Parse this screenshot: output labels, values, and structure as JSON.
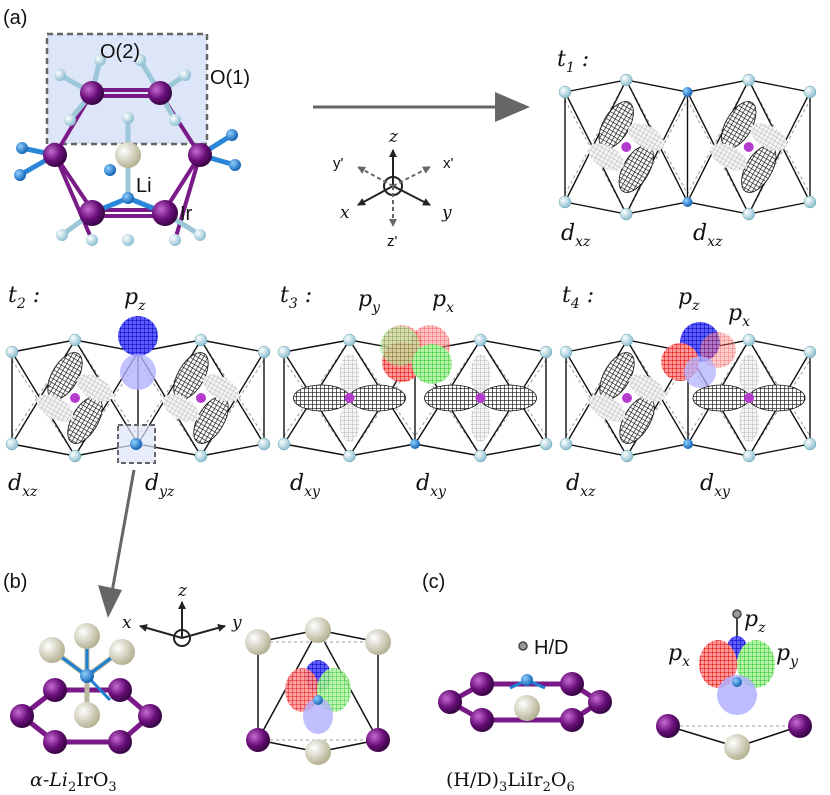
{
  "panels": {
    "a": "(a)",
    "b": "(b)",
    "c": "(c)"
  },
  "atoms": {
    "o2": "O(2)",
    "o1": "O(1)",
    "li": "Li",
    "ir": "Ir",
    "hd": "H/D"
  },
  "axes": {
    "z": "z",
    "x": "x",
    "y": "y",
    "xp": "x'",
    "yp": "y'",
    "zp": "z'"
  },
  "hoppings": [
    {
      "name": "t",
      "sub": "1",
      "orbitals": [
        "d",
        "xz",
        "d",
        "xz"
      ]
    },
    {
      "name": "t",
      "sub": "2",
      "orbitals": [
        "d",
        "xz",
        "d",
        "yz"
      ],
      "p": [
        "p",
        "z"
      ]
    },
    {
      "name": "t",
      "sub": "3",
      "orbitals": [
        "d",
        "xy",
        "d",
        "xy"
      ],
      "p": [
        "p",
        "y",
        "p",
        "x"
      ]
    },
    {
      "name": "t",
      "sub": "4",
      "orbitals": [
        "d",
        "xz",
        "d",
        "xy"
      ],
      "p": [
        "p",
        "z",
        "p",
        "x"
      ]
    }
  ],
  "c_orbitals": [
    "p",
    "z",
    "p",
    "x",
    "p",
    "y"
  ],
  "captions": {
    "b": [
      "α-Li",
      "2",
      "IrO",
      "3"
    ],
    "c": [
      "(H/D)",
      "3",
      "LiIr",
      "2",
      "O",
      "6"
    ]
  },
  "colors": {
    "ir": "#6a0f7a",
    "o_light": "#a9d3e3",
    "o_blue": "#1f7fd0",
    "li": "#d8d6bf",
    "box": "#dfe6f8"
  }
}
